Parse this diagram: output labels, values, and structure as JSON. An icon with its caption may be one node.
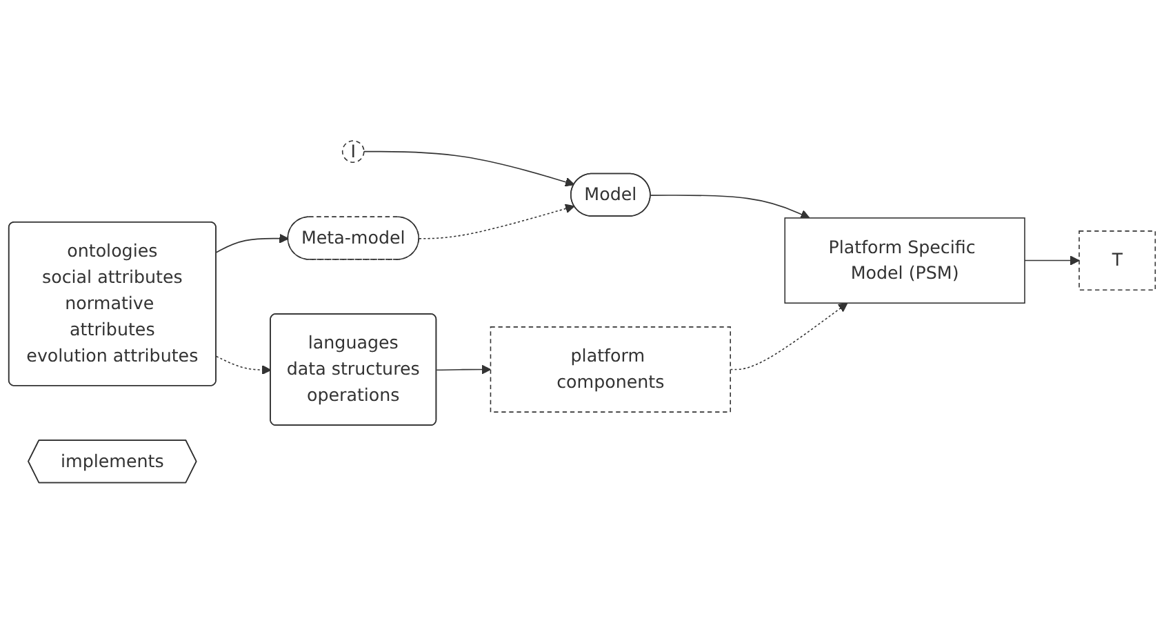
{
  "diagram": {
    "nodes": [
      {
        "text": [
          "I"
        ]
      },
      {
        "text": [
          "Model"
        ]
      },
      {
        "text": [
          "Meta-model"
        ]
      },
      {
        "text": [
          "ontologies",
          "social attributes",
          "normative attributes",
          "evolution attributes"
        ]
      },
      {
        "text": [
          "Platform Specific Model (PSM)"
        ]
      },
      {
        "text": [
          "T"
        ]
      },
      {
        "text": [
          "platform components"
        ]
      },
      {
        "text": [
          "languages",
          "data structures",
          "operations"
        ]
      },
      {
        "text": [
          "implements"
        ]
      }
    ],
    "edges": [
      {
        "from": 0,
        "to": 1,
        "arrow": "to"
      },
      {
        "from": 3,
        "to": 2,
        "arrow": "to"
      },
      {
        "from": 2,
        "to": 1,
        "arrow": "to",
        "style": "dashed"
      },
      {
        "from": 1,
        "to": 4,
        "arrow": "to"
      },
      {
        "from": 4,
        "to": 5,
        "arrow": "to"
      },
      {
        "from": 3,
        "to": 7,
        "arrow": "to",
        "style": "dashed"
      },
      {
        "from": 7,
        "to": 6,
        "arrow": "to"
      },
      {
        "from": 6,
        "to": 4,
        "arrow": "to",
        "style": "dashed"
      }
    ]
  }
}
